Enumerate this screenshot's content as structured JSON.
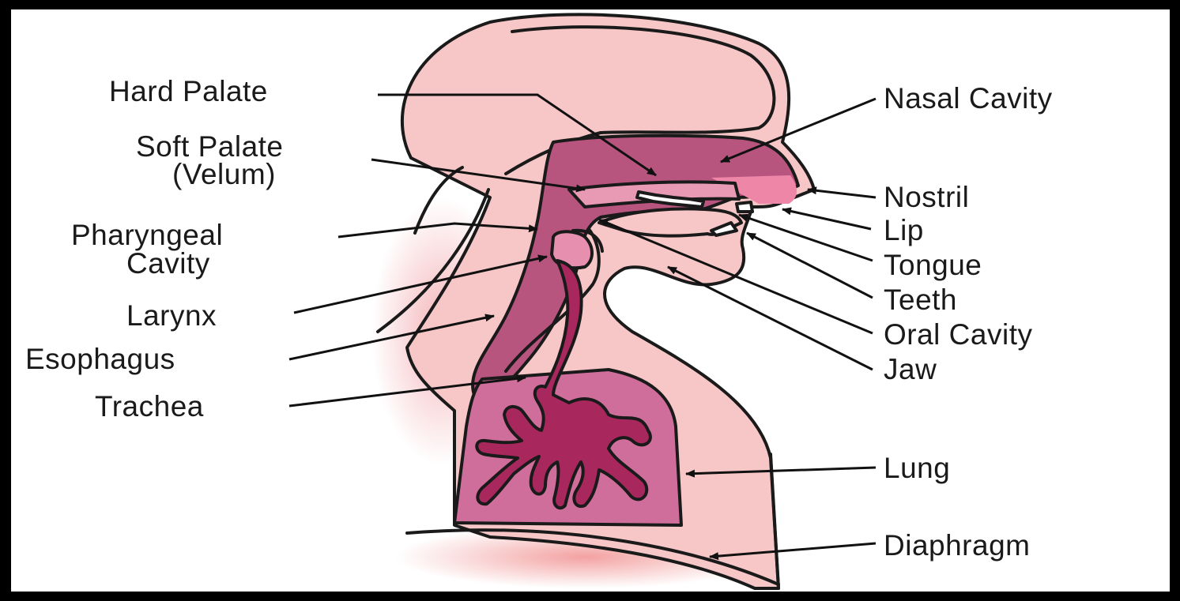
{
  "diagram": {
    "colors": {
      "frame": "#000000",
      "background": "#ffffff",
      "skin": "#f7c6c6",
      "airway": "#b8557f",
      "lung": "#cf6e9a",
      "bronchi": "#a8285e",
      "nasal_highlight": "#ee86a8",
      "line": "#111111"
    },
    "labels": {
      "hard_palate": "Hard Palate",
      "soft_palate_1": "Soft Palate",
      "soft_palate_2": "(Velum)",
      "pharyngeal_1": "Pharyngeal",
      "pharyngeal_2": "Cavity",
      "larynx": "Larynx",
      "esophagus": "Esophagus",
      "trachea": "Trachea",
      "nasal_cavity": "Nasal Cavity",
      "nostril": "Nostril",
      "lip": "Lip",
      "tongue": "Tongue",
      "teeth": "Teeth",
      "oral_cavity": "Oral Cavity",
      "jaw": "Jaw",
      "lung": "Lung",
      "diaphragm": "Diaphragm"
    }
  }
}
